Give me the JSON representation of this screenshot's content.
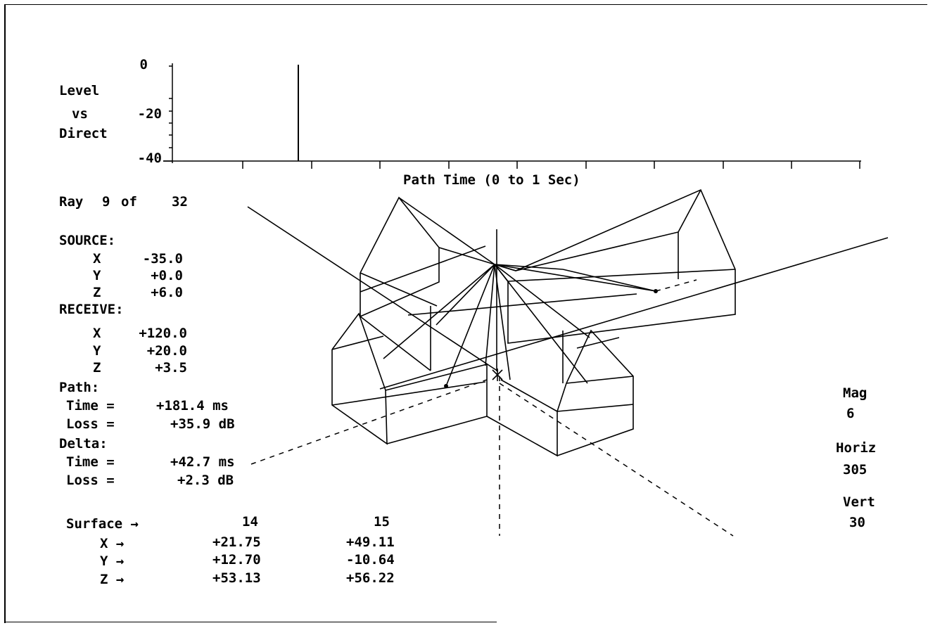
{
  "level_plot": {
    "ylabel_lines": [
      "Level",
      "vs",
      "Direct"
    ],
    "yticks": [
      "0",
      "-20",
      "-40"
    ],
    "xlabel": "Path Time (0 to 1 Sec)"
  },
  "ray": {
    "label": "Ray",
    "index": "9",
    "of_label": "of",
    "total": "32"
  },
  "source": {
    "heading": "SOURCE:",
    "x_label": "X",
    "x": "-35.0",
    "y_label": "Y",
    "y": "+0.0",
    "z_label": "Z",
    "z": "+6.0"
  },
  "receive": {
    "heading": "RECEIVE:",
    "x_label": "X",
    "x": "+120.0",
    "y_label": "Y",
    "y": "+20.0",
    "z_label": "Z",
    "z": "+3.5"
  },
  "path": {
    "heading": "Path:",
    "time_label": "Time =",
    "time": "+181.4 ms",
    "loss_label": "Loss =",
    "loss": "+35.9 dB"
  },
  "delta": {
    "heading": "Delta:",
    "time_label": "Time =",
    "time": "+42.7 ms",
    "loss_label": "Loss =",
    "loss": "+2.3 dB"
  },
  "surface": {
    "label": "Surface →",
    "col1": "14",
    "col2": "15",
    "rows": [
      {
        "label": "X →",
        "v1": "+21.75",
        "v2": "+49.11"
      },
      {
        "label": "Y →",
        "v1": "+12.70",
        "v2": "-10.64"
      },
      {
        "label": "Z →",
        "v1": "+53.13",
        "v2": "+56.22"
      }
    ]
  },
  "view": {
    "mag_label": "Mag",
    "mag": "6",
    "horiz_label": "Horiz",
    "horiz": "305",
    "vert_label": "Vert",
    "vert": "30"
  }
}
